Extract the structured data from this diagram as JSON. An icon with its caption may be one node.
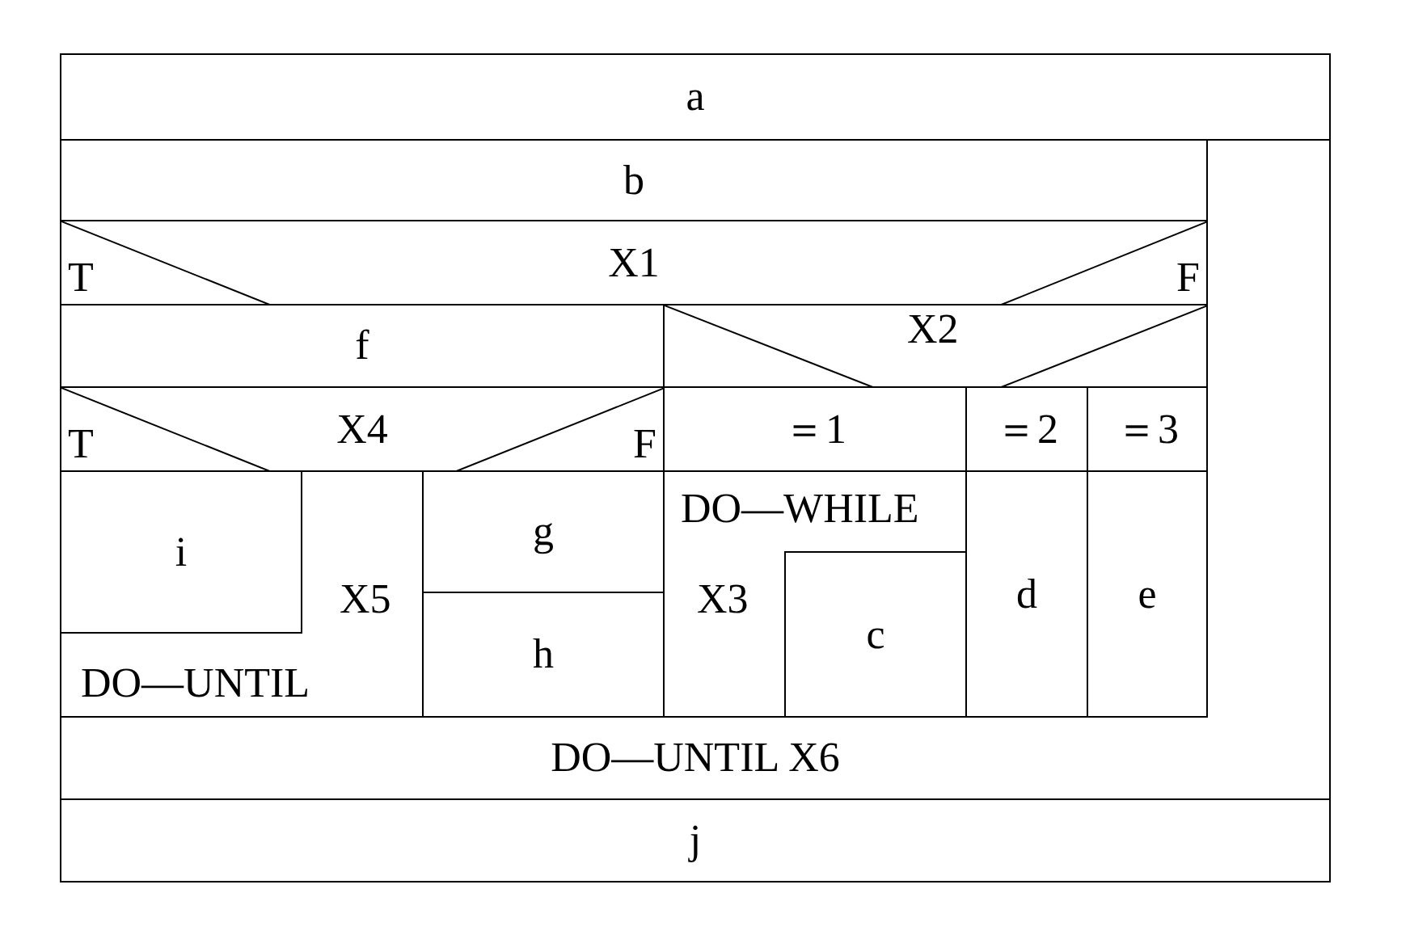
{
  "diagram": {
    "nodes": [
      {
        "text": [
          "a"
        ]
      },
      {
        "text": [
          "DO—UNTIL X6"
        ]
      },
      {
        "text": [
          "b"
        ],
        "in": 1
      },
      {
        "text": [
          "X1",
          "T",
          "F"
        ],
        "in": 1
      },
      {
        "text": [
          "f"
        ],
        "in": 1
      },
      {
        "text": [
          "X2"
        ],
        "in": 1
      },
      {
        "text": [
          "X4",
          "T",
          "F"
        ],
        "in": 1
      },
      {
        "text": [
          "＝1"
        ],
        "in": 1
      },
      {
        "text": [
          "＝2"
        ],
        "in": 1
      },
      {
        "text": [
          "＝3"
        ],
        "in": 1
      },
      {
        "text": [
          "X5",
          "DO—UNTIL"
        ],
        "in": 1
      },
      {
        "text": [
          "i"
        ],
        "in": 10
      },
      {
        "text": [
          "g"
        ],
        "in": 1
      },
      {
        "text": [
          "h"
        ],
        "in": 1
      },
      {
        "text": [
          "DO—WHILE",
          "X3"
        ],
        "in": 1
      },
      {
        "text": [
          "c"
        ],
        "in": 14
      },
      {
        "text": [
          "d"
        ],
        "in": 1
      },
      {
        "text": [
          "e"
        ],
        "in": 1
      },
      {
        "text": [
          "j"
        ]
      }
    ]
  }
}
